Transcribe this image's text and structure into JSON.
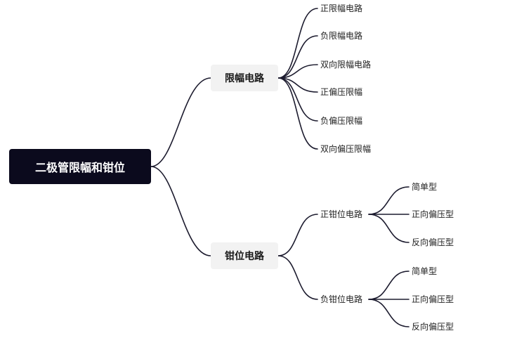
{
  "mindmap": {
    "root": {
      "label": "二极管限幅和钳位"
    },
    "limiter": {
      "label": "限幅电路",
      "items": [
        "正限幅电路",
        "负限幅电路",
        "双向限幅电路",
        "正偏压限幅",
        "负偏压限幅",
        "双向偏压限幅"
      ]
    },
    "clamper": {
      "label": "钳位电路",
      "positive": {
        "label": "正钳位电路",
        "items": [
          "简单型",
          "正向偏压型",
          "反向偏压型"
        ]
      },
      "negative": {
        "label": "负钳位电路",
        "items": [
          "简单型",
          "正向偏压型",
          "反向偏压型"
        ]
      }
    }
  },
  "colors": {
    "root_bg": "#0b0a1d",
    "branch_bg": "#f2f2f2",
    "line": "#1c1b2e"
  }
}
